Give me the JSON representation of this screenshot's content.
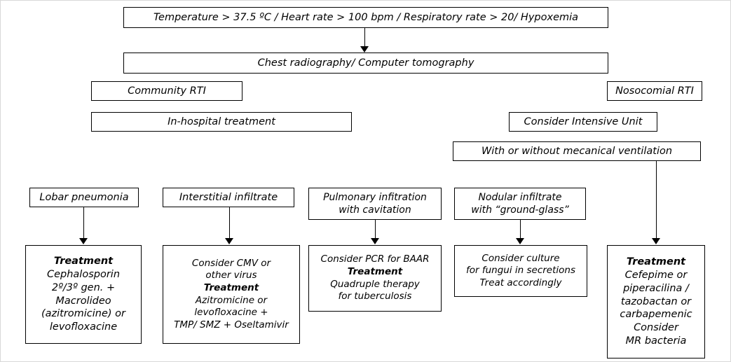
{
  "diagram": {
    "title": "Respiratory tract infection management flowchart",
    "colors": {
      "background": "#ffffff",
      "stroke": "#000000",
      "text": "#000000"
    },
    "nodes": {
      "criteria": {
        "lines": [
          {
            "text": "Temperature > 37.5 ºC / Heart rate > 100 bpm / Respiratory rate > 20/ Hypoxemia",
            "bold": false
          }
        ]
      },
      "imaging": {
        "lines": [
          {
            "text": "Chest radiography/ Computer tomography",
            "bold": false
          }
        ]
      },
      "community_rti": {
        "lines": [
          {
            "text": "Community RTI",
            "bold": false
          }
        ]
      },
      "nosocomial_rti": {
        "lines": [
          {
            "text": "Nosocomial RTI",
            "bold": false
          }
        ]
      },
      "in_hospital": {
        "lines": [
          {
            "text": "In-hospital treatment",
            "bold": false
          }
        ]
      },
      "intensive_unit": {
        "lines": [
          {
            "text": "Consider Intensive Unit",
            "bold": false
          }
        ]
      },
      "ventilation": {
        "lines": [
          {
            "text": "With or without mecanical ventilation",
            "bold": false
          }
        ]
      },
      "lobar": {
        "lines": [
          {
            "text": "Lobar pneumonia",
            "bold": false
          }
        ]
      },
      "interstitial": {
        "lines": [
          {
            "text": "Interstitial infiltrate",
            "bold": false
          }
        ]
      },
      "cavitation": {
        "lines": [
          {
            "text": "Pulmonary infitration",
            "bold": false
          },
          {
            "text": "with cavitation",
            "bold": false
          }
        ]
      },
      "nodular": {
        "lines": [
          {
            "text": "Nodular infiltrate",
            "bold": false
          },
          {
            "text": "with “ground-glass”",
            "bold": false
          }
        ]
      },
      "tx_lobar": {
        "lines": [
          {
            "text": "Treatment",
            "bold": true
          },
          {
            "text": "Cephalosporin",
            "bold": false
          },
          {
            "text": "2º/3º gen. +",
            "bold": false
          },
          {
            "text": "Macrolideo",
            "bold": false
          },
          {
            "text": "(azitromicine) or",
            "bold": false
          },
          {
            "text": "levofloxacine",
            "bold": false
          }
        ]
      },
      "tx_interstitial": {
        "lines": [
          {
            "text": "Consider CMV or",
            "bold": false
          },
          {
            "text": "other virus",
            "bold": false
          },
          {
            "text": "Treatment",
            "bold": true
          },
          {
            "text": "Azitromicine or",
            "bold": false
          },
          {
            "text": "levofloxacine +",
            "bold": false
          },
          {
            "text": "TMP/ SMZ + Oseltamivir",
            "bold": false
          }
        ]
      },
      "tx_cavitation": {
        "lines": [
          {
            "text": "Consider PCR for BAAR",
            "bold": false
          },
          {
            "text": "Treatment",
            "bold": true
          },
          {
            "text": "Quadruple therapy",
            "bold": false
          },
          {
            "text": "for tuberculosis",
            "bold": false
          }
        ]
      },
      "tx_nodular": {
        "lines": [
          {
            "text": "Consider culture",
            "bold": false
          },
          {
            "text": "for fungui in secretions",
            "bold": false
          },
          {
            "text": "Treat accordingly",
            "bold": false
          }
        ]
      },
      "tx_nosocomial": {
        "lines": [
          {
            "text": "Treatment",
            "bold": true
          },
          {
            "text": "Cefepime or",
            "bold": false
          },
          {
            "text": "piperacilina /",
            "bold": false
          },
          {
            "text": "tazobactan or",
            "bold": false
          },
          {
            "text": "carbapemenic",
            "bold": false
          },
          {
            "text": "Consider",
            "bold": false
          },
          {
            "text": "MR bacteria",
            "bold": false
          }
        ]
      }
    }
  }
}
